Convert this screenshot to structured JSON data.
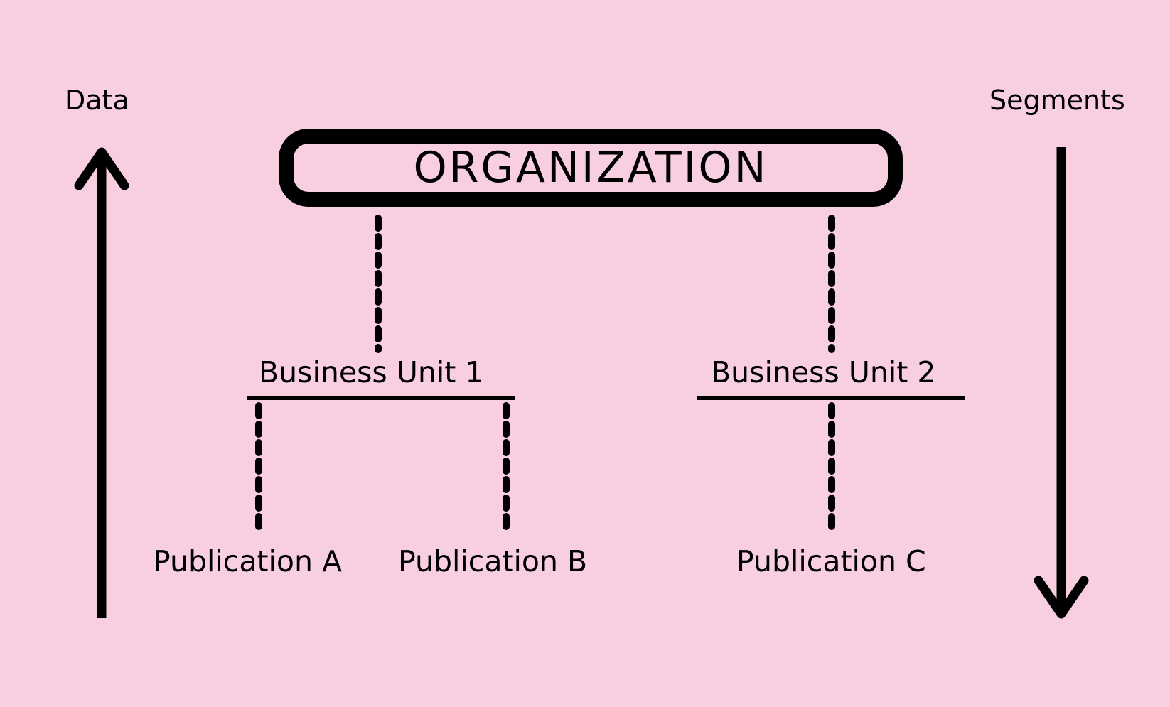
{
  "colors": {
    "background": "#f7cfe0",
    "ink": "#000000"
  },
  "left_axis": {
    "label": "Data",
    "direction": "up"
  },
  "right_axis": {
    "label": "Segments",
    "direction": "down"
  },
  "root": {
    "label": "ORGANIZATION"
  },
  "business_units": [
    {
      "label": "Business Unit 1",
      "publications": [
        "Publication A",
        "Publication B"
      ]
    },
    {
      "label": "Business Unit 2",
      "publications": [
        "Publication C"
      ]
    }
  ]
}
